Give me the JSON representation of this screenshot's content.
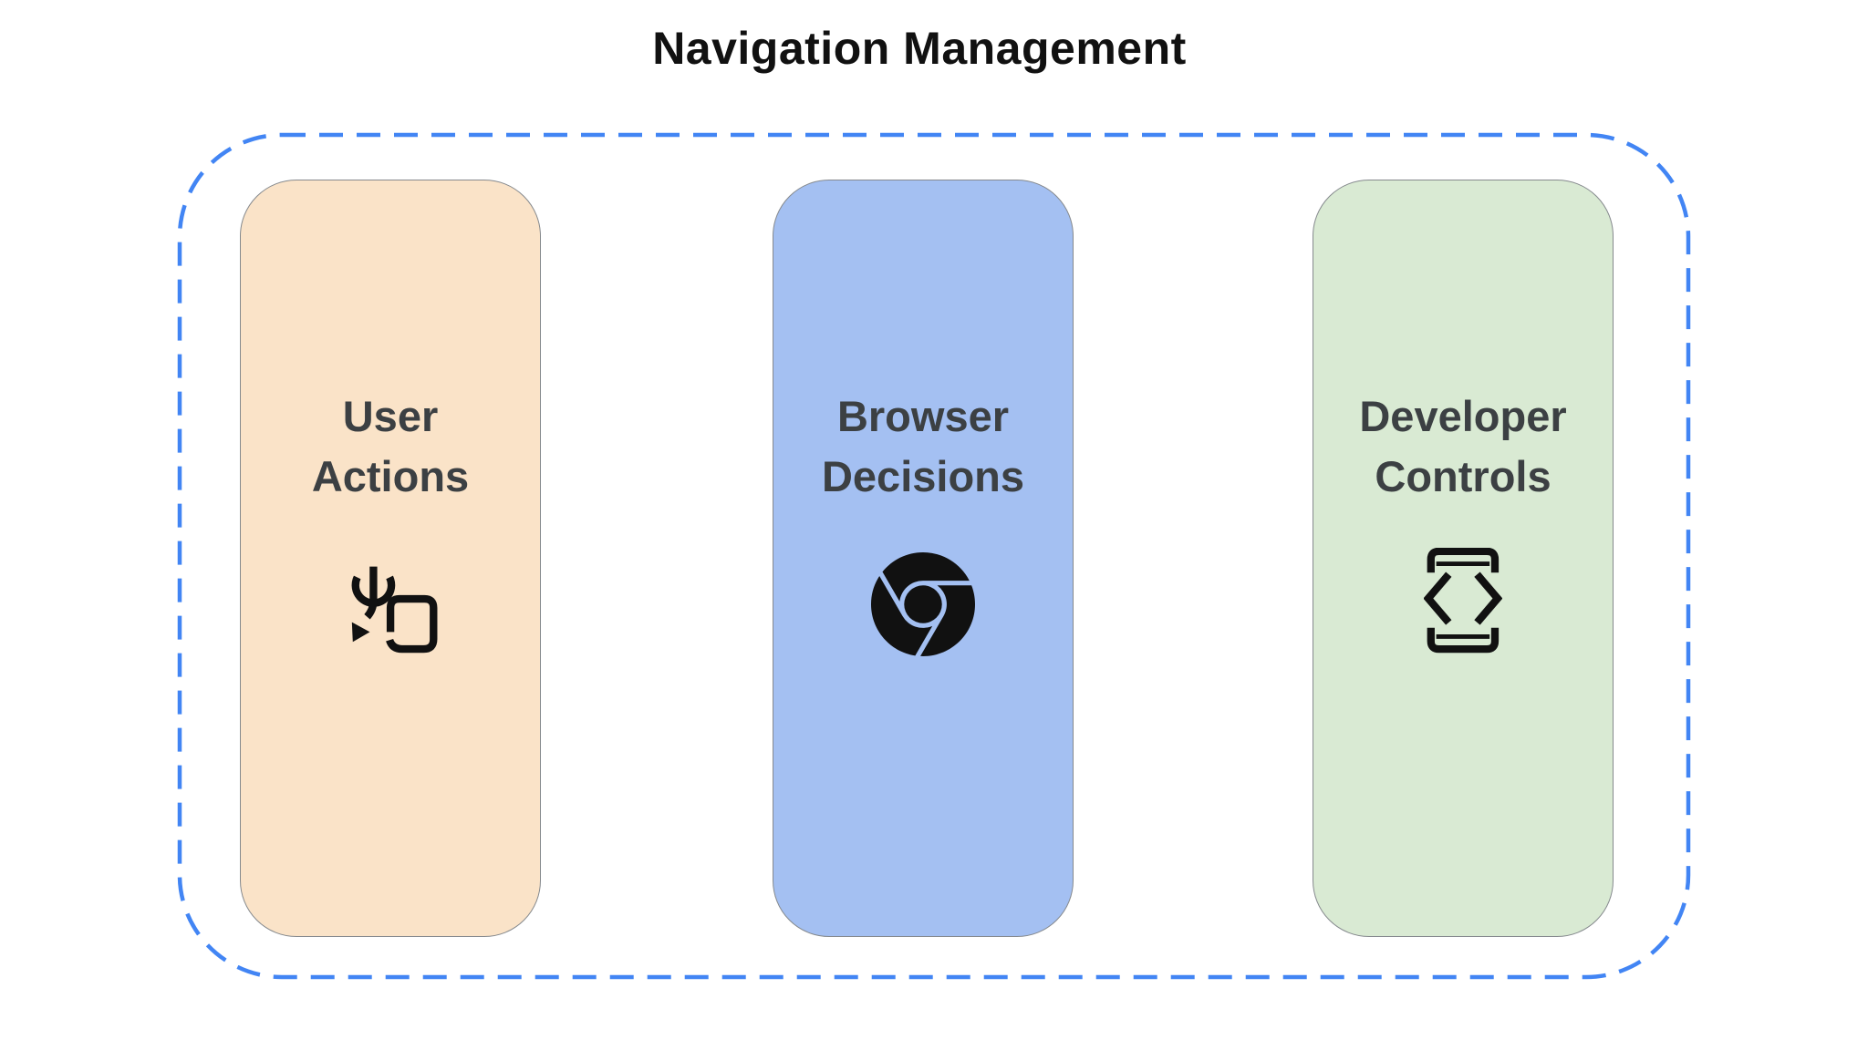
{
  "title": "Navigation Management",
  "diagram": {
    "frame_color": "#4285F4",
    "label_color": "#3C4043",
    "icon_color": "#111111",
    "cards": [
      {
        "label": "User Actions",
        "icon": "touch-gesture-icon",
        "bg": "#FAE3C8"
      },
      {
        "label": "Browser Decisions",
        "icon": "chrome-logo-icon",
        "bg": "#A4C0F2"
      },
      {
        "label": "Developer Controls",
        "icon": "developer-mode-icon",
        "bg": "#D9EAD3"
      }
    ]
  }
}
